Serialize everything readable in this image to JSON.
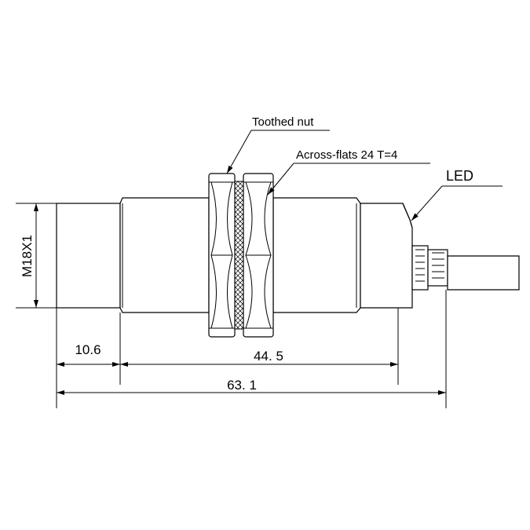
{
  "diagram": {
    "callouts": {
      "toothed_nut": "Toothed nut",
      "across_flats": "Across-flats 24  T=4",
      "led": "LED"
    },
    "dimensions": {
      "thread": "M18X1",
      "thread_length": "10.6",
      "body_length": "44. 5",
      "total_length": "63. 1"
    }
  }
}
